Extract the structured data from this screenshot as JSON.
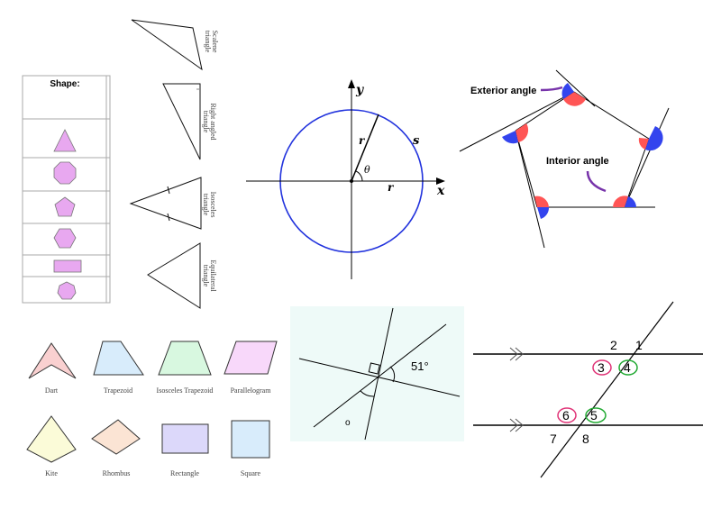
{
  "shape_table": {
    "header": "Shape:",
    "rows": [
      "triangle",
      "octagon",
      "pentagon",
      "hexagon",
      "rectangle",
      "heptagon"
    ],
    "fill": "#e8a8f0"
  },
  "triangles": {
    "scalene": [
      "Scalene",
      "triangle"
    ],
    "right": [
      "Right angled",
      "triangle"
    ],
    "isosceles": [
      "Isosceles",
      "triangle"
    ],
    "equilateral": [
      "Equilateral",
      "triangle"
    ]
  },
  "circle": {
    "x_label": "x",
    "y_label": "y",
    "r_label": "r",
    "r2_label": "r",
    "theta": "θ",
    "s_label": "s",
    "color": "#2233dd"
  },
  "polygon": {
    "exterior": "Exterior angle",
    "interior": "Interior angle",
    "arrow_color": "#7733aa",
    "red": "#ff5555",
    "blue": "#3344ee"
  },
  "angle_fig": {
    "angle": "51°",
    "small": "o",
    "bg": "#eefaf8"
  },
  "quadrilaterals": [
    {
      "name": "Dart",
      "fill": "#f9d0d0"
    },
    {
      "name": "Trapezoid",
      "fill": "#d8ecfb"
    },
    {
      "name": "Isosceles Trapezoid",
      "fill": "#d8f8e0"
    },
    {
      "name": "Parallelogram",
      "fill": "#f8d8fa"
    },
    {
      "name": "Kite",
      "fill": "#fbfbd8"
    },
    {
      "name": "Rhombus",
      "fill": "#fbe4d4"
    },
    {
      "name": "Rectangle",
      "fill": "#dcd8fa"
    },
    {
      "name": "Square",
      "fill": "#d8ecfb"
    }
  ],
  "parallel": {
    "angles": [
      "1",
      "2",
      "3",
      "4",
      "5",
      "6",
      "7",
      "8"
    ],
    "pink": "#e03377",
    "green": "#22aa33"
  }
}
